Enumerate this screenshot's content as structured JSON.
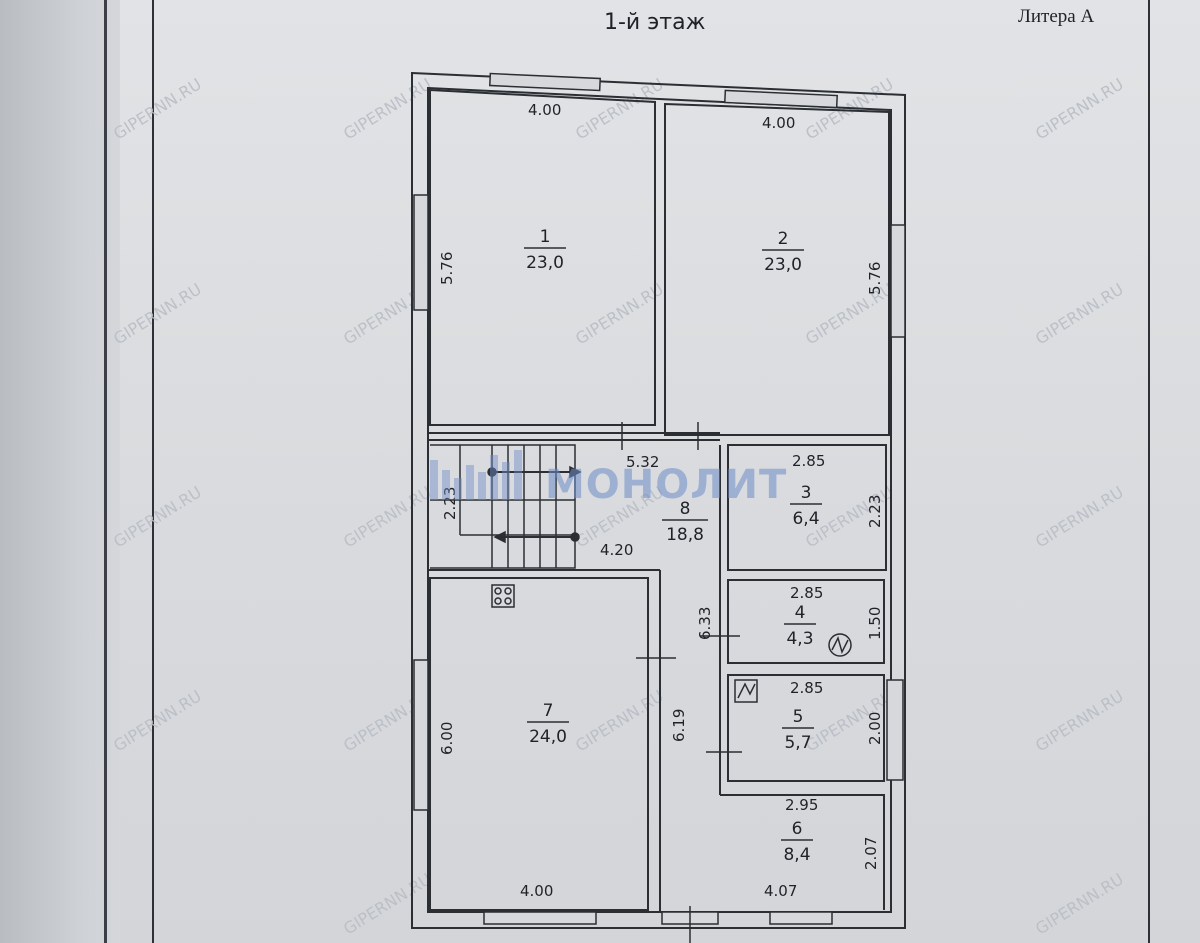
{
  "header": {
    "floor_title": "1-й этаж",
    "litera": "Литера А"
  },
  "watermark": {
    "text": "GIPERNN.RU",
    "logo_text": "МОНОЛИТ",
    "color": "#b9bec6"
  },
  "rooms": [
    {
      "id": "1",
      "area": "23,0"
    },
    {
      "id": "2",
      "area": "23,0"
    },
    {
      "id": "3",
      "area": "6,4"
    },
    {
      "id": "4",
      "area": "4,3"
    },
    {
      "id": "5",
      "area": "5,7"
    },
    {
      "id": "6",
      "area": "8,4"
    },
    {
      "id": "7",
      "area": "24,0"
    },
    {
      "id": "8",
      "area": "18,8"
    }
  ],
  "dims": {
    "r1_top": "4.00",
    "r1_left": "5.76",
    "r2_top": "4.00",
    "r2_right": "5.76",
    "hall_top": "5.32",
    "stair_left": "2.23",
    "hall_mid": "4.20",
    "r3_top": "2.85",
    "r3_right": "2.23",
    "r4_top": "2.85",
    "r4_right": "1.50",
    "r5_top": "2.85",
    "r5_right": "2.00",
    "r6_top": "2.95",
    "r6_right": "2.07",
    "r6_bottom": "4.07",
    "corr_upper": "6.33",
    "corr_lower": "6.19",
    "r7_left": "6.00",
    "r7_bottom": "4.00"
  }
}
